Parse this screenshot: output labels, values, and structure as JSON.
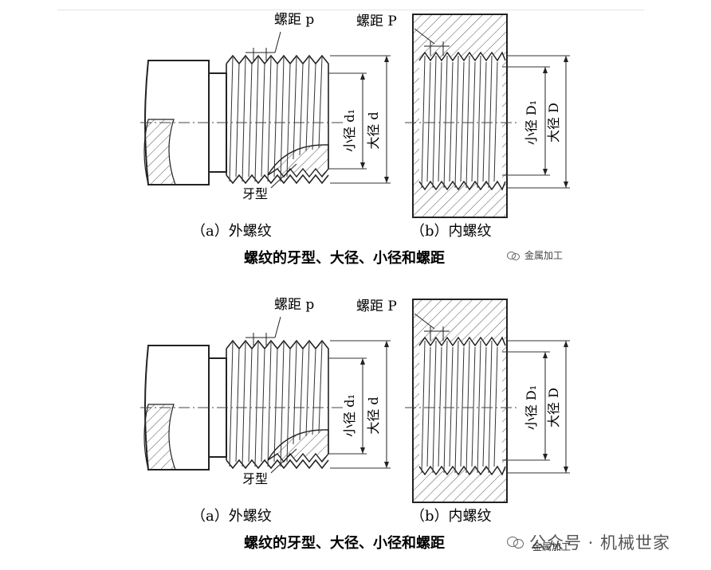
{
  "figures": [
    {
      "pitch_label_left": "螺距 p",
      "pitch_label_right": "螺距 P",
      "thread_form_label": "牙型",
      "minor_d_label": "小径 d₁",
      "major_d_label": "大径 d",
      "minor_D_label": "小径 D₁",
      "major_D_label": "大径 D",
      "caption_a": "（a）外螺纹",
      "caption_b": "（b）内螺纹",
      "title": "螺纹的牙型、大径、小径和螺距",
      "watermark": "金属加工"
    },
    {
      "pitch_label_left": "螺距 p",
      "pitch_label_right": "螺距 P",
      "thread_form_label": "牙型",
      "minor_d_label": "小径 d₁",
      "major_d_label": "大径 d",
      "minor_D_label": "小径 D₁",
      "major_D_label": "大径 D",
      "caption_a": "（a）外螺纹",
      "caption_b": "（b）内螺纹",
      "title": "螺纹的牙型、大径、小径和螺距",
      "watermark_public": "公众号 · 机械世家",
      "watermark": "金属加工"
    }
  ],
  "icons": [
    "wechat-icon"
  ]
}
